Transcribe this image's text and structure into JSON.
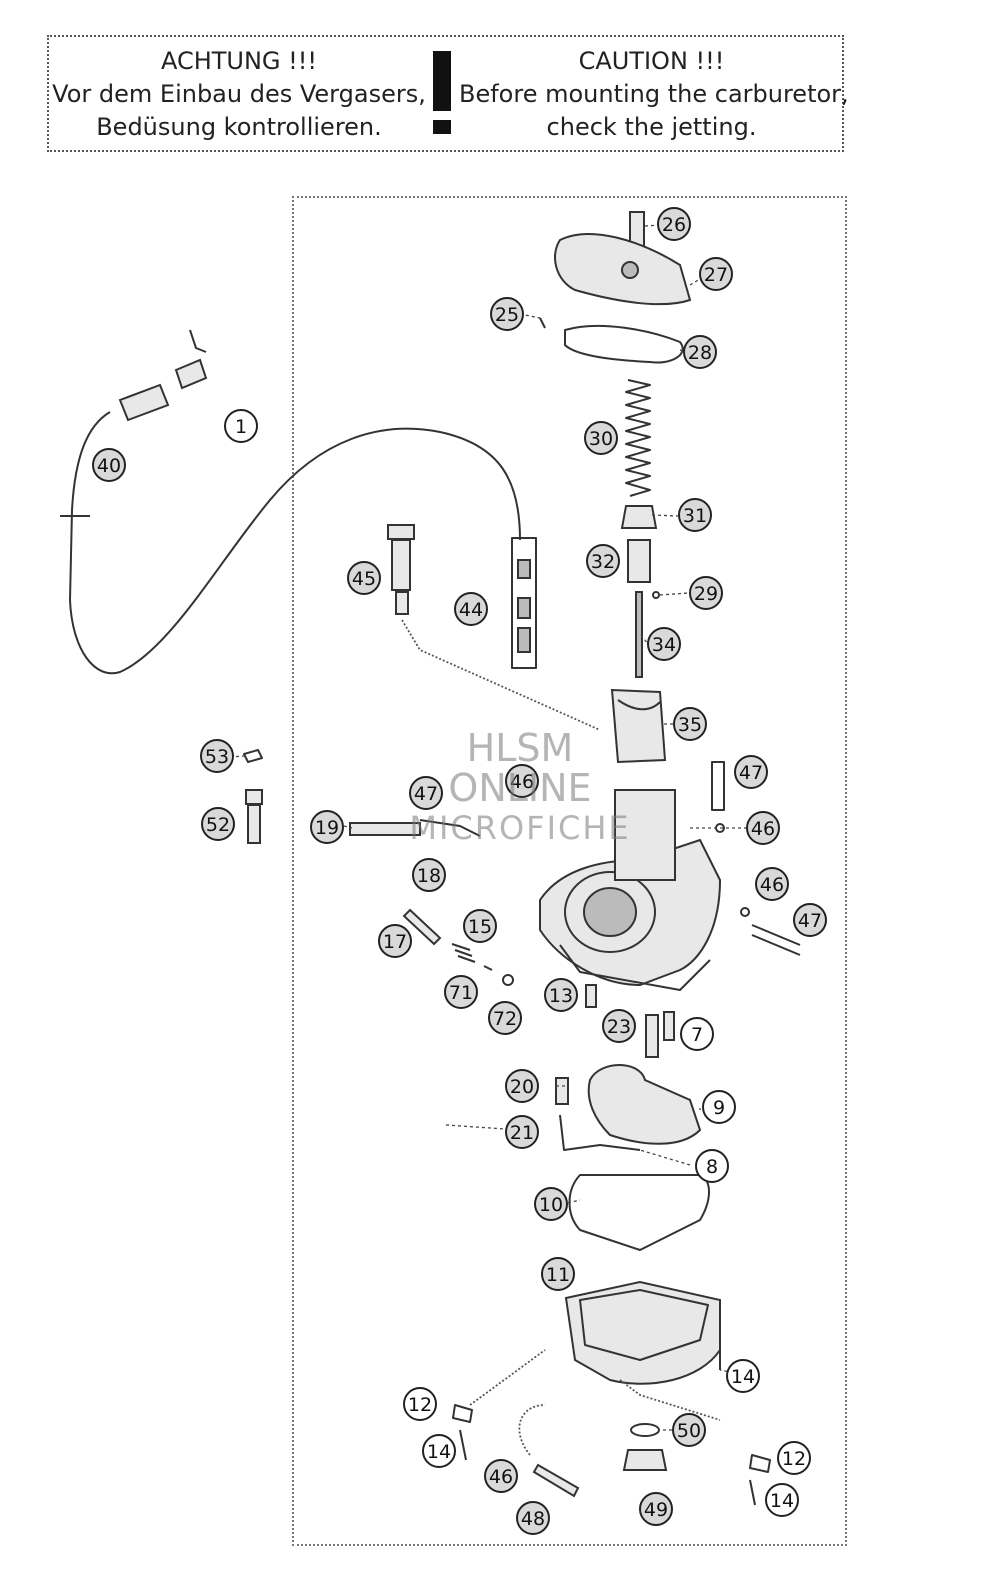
{
  "warning": {
    "german": {
      "title": "ACHTUNG !!!",
      "line1": "Vor dem Einbau des Vergasers,",
      "line2": "Bedüsung kontrollieren."
    },
    "english": {
      "title": "CAUTION !!!",
      "line1": "Before mounting the carburetor,",
      "line2": "check the jetting."
    }
  },
  "watermark": {
    "line1": "HLSM",
    "line2": "ONLINE",
    "line3": "MICROFICHE"
  },
  "callouts": [
    {
      "label": "26"
    },
    {
      "label": "27"
    },
    {
      "label": "25"
    },
    {
      "label": "28"
    },
    {
      "label": "30"
    },
    {
      "label": "31"
    },
    {
      "label": "32"
    },
    {
      "label": "29"
    },
    {
      "label": "34"
    },
    {
      "label": "35"
    },
    {
      "label": "1"
    },
    {
      "label": "40"
    },
    {
      "label": "45"
    },
    {
      "label": "44"
    },
    {
      "label": "53"
    },
    {
      "label": "52"
    },
    {
      "label": "46"
    },
    {
      "label": "47"
    },
    {
      "label": "47"
    },
    {
      "label": "46"
    },
    {
      "label": "19"
    },
    {
      "label": "18"
    },
    {
      "label": "46"
    },
    {
      "label": "47"
    },
    {
      "label": "15"
    },
    {
      "label": "17"
    },
    {
      "label": "71"
    },
    {
      "label": "72"
    },
    {
      "label": "13"
    },
    {
      "label": "23"
    },
    {
      "label": "7"
    },
    {
      "label": "20"
    },
    {
      "label": "9"
    },
    {
      "label": "21"
    },
    {
      "label": "8"
    },
    {
      "label": "10"
    },
    {
      "label": "11"
    },
    {
      "label": "14"
    },
    {
      "label": "12"
    },
    {
      "label": "50"
    },
    {
      "label": "14"
    },
    {
      "label": "12"
    },
    {
      "label": "46"
    },
    {
      "label": "14"
    },
    {
      "label": "49"
    },
    {
      "label": "48"
    }
  ]
}
